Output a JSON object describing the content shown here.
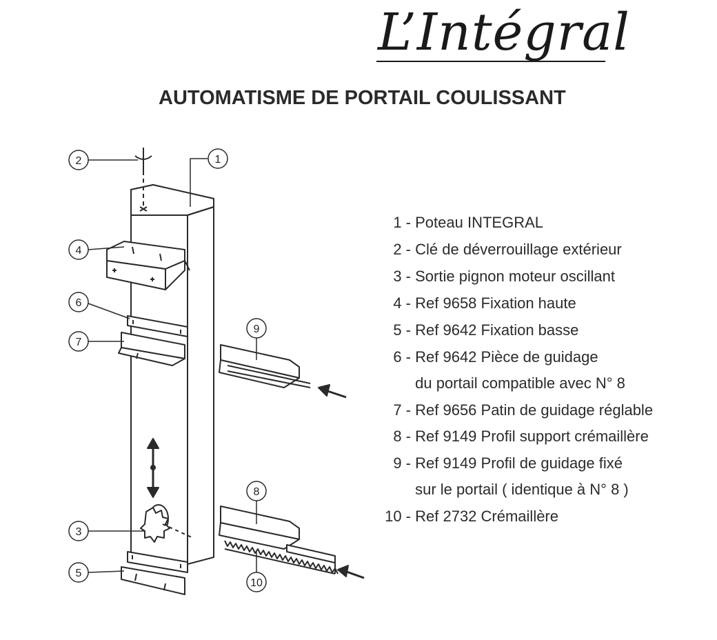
{
  "brand": "L’Intégral",
  "headline": "AUTOMATISME DE PORTAIL COULISSANT",
  "callouts": [
    "1",
    "2",
    "3",
    "4",
    "5",
    "6",
    "7",
    "8",
    "9",
    "10"
  ],
  "legend": [
    {
      "num": "1 -",
      "text": "Poteau INTEGRAL"
    },
    {
      "num": "2 -",
      "text": "Clé de déverrouillage extérieur"
    },
    {
      "num": "3 -",
      "text": "Sortie pignon moteur oscillant"
    },
    {
      "num": "4 -",
      "text": "Ref 9658 Fixation haute"
    },
    {
      "num": "5 -",
      "text": "Ref 9642 Fixation basse"
    },
    {
      "num": "6 -",
      "text": "Ref 9642 Pièce de guidage"
    },
    {
      "num": "",
      "text": "du portail compatible avec N° 8"
    },
    {
      "num": "7 -",
      "text": "Ref 9656 Patin de guidage réglable"
    },
    {
      "num": "8 -",
      "text": "Ref 9149 Profil support crémaillère"
    },
    {
      "num": "9 -",
      "text": "Ref 9149 Profil de guidage fixé"
    },
    {
      "num": "",
      "text": "sur le portail ( identique à N° 8 )"
    },
    {
      "num": "10 -",
      "text": "Ref 2732 Crémaillère"
    }
  ]
}
